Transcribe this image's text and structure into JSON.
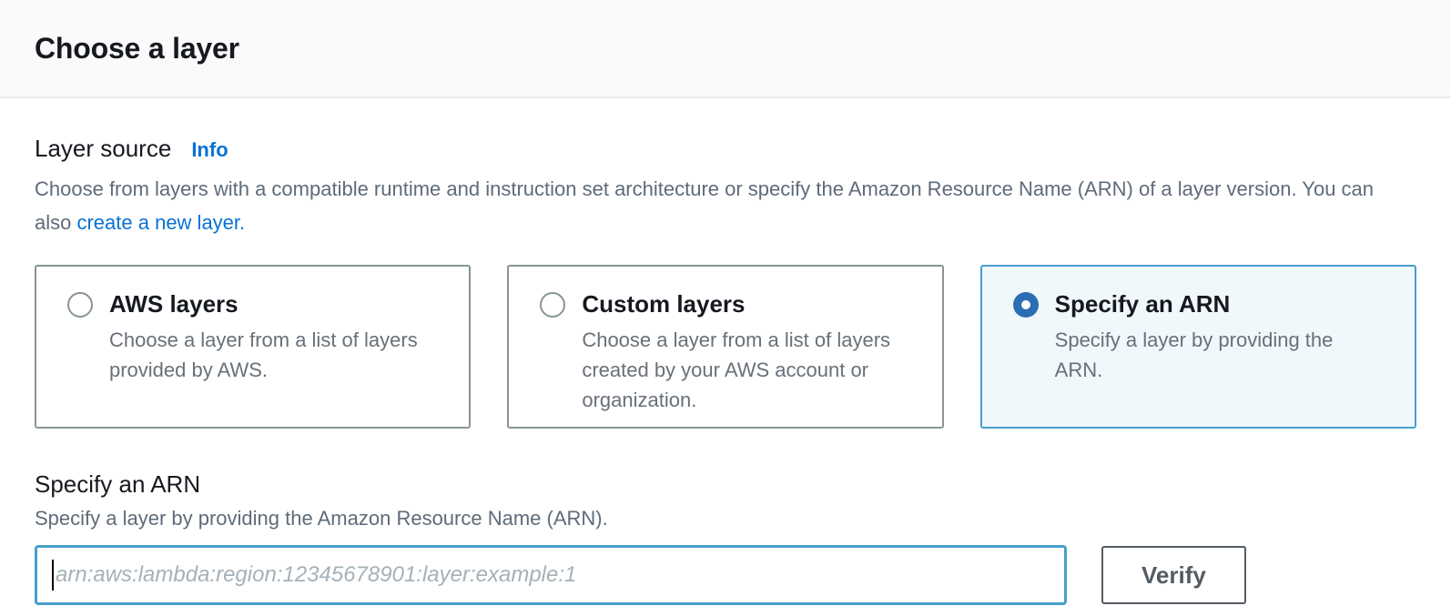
{
  "header": {
    "title": "Choose a layer"
  },
  "layer_source": {
    "label": "Layer source",
    "info_link": "Info",
    "description": "Choose from layers with a compatible runtime and instruction set architecture or specify the Amazon Resource Name (ARN) of a layer version. You can also ",
    "create_link": "create a new layer."
  },
  "options": [
    {
      "title": "AWS layers",
      "description": "Choose a layer from a list of layers provided by AWS.",
      "selected": false
    },
    {
      "title": "Custom layers",
      "description": "Choose a layer from a list of layers created by your AWS account or organization.",
      "selected": false
    },
    {
      "title": "Specify an ARN",
      "description": "Specify a layer by providing the ARN.",
      "selected": true
    }
  ],
  "arn_section": {
    "title": "Specify an ARN",
    "description": "Specify a layer by providing the Amazon Resource Name (ARN).",
    "input_value": "",
    "input_placeholder": "arn:aws:lambda:region:12345678901:layer:example:1",
    "verify_button": "Verify"
  },
  "colors": {
    "link_blue": "#0972d3",
    "selected_tile_border": "#4a9ecc",
    "selected_tile_bg": "#f1f8fc",
    "radio_selected": "#2b6eb2",
    "tile_border": "#879596",
    "header_bg": "#fafafa",
    "divider": "#eaeded",
    "secondary_text": "#5f6b7a",
    "button_border": "#545b64"
  }
}
